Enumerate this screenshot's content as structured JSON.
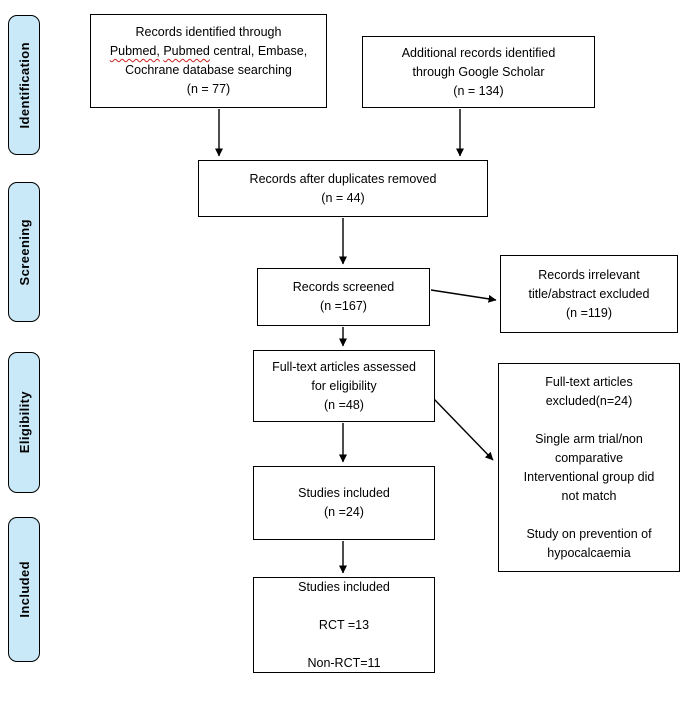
{
  "colors": {
    "stage_fill": "#c9e8f8",
    "box_border": "#000000",
    "arrow": "#000000",
    "misspell_underline": "#cc2222",
    "box_fill": "#ffffff"
  },
  "sidebar": {
    "stages": [
      {
        "label": "Identification"
      },
      {
        "label": "Screening"
      },
      {
        "label": "Eligibility"
      },
      {
        "label": "Included"
      }
    ]
  },
  "boxes": {
    "identified": {
      "line1": "Records identified through",
      "misspelled_word1": "Pubmed,",
      "misspelled_word2": "Pubmed",
      "line2_rest": "central, Embase,",
      "line3": "Cochrane database searching",
      "count": "(n = 77)"
    },
    "additional": {
      "lines": [
        "Additional records identified",
        "through Google Scholar",
        "(n = 134)"
      ]
    },
    "duplicates": {
      "lines": [
        "Records after duplicates removed",
        "(n = 44)"
      ]
    },
    "screened": {
      "lines": [
        "Records screened",
        "(n =167)"
      ]
    },
    "irrelevant": {
      "lines": [
        "Records irrelevant",
        "title/abstract excluded",
        "(n =119)"
      ]
    },
    "fulltext_assessed": {
      "lines": [
        "Full-text articles assessed",
        "for eligibility",
        "(n =48)"
      ]
    },
    "fulltext_excluded": {
      "lines": [
        "Full-text articles",
        "excluded(n=24)",
        "",
        "Single arm trial/non",
        "comparative",
        "Interventional group did",
        "not match",
        "",
        "Study on prevention of",
        "hypocalcaemia"
      ]
    },
    "studies_included": {
      "lines": [
        "Studies included",
        "(n =24)"
      ]
    },
    "studies_final": {
      "lines": [
        "Studies included",
        "",
        "RCT =13",
        "",
        "Non-RCT=11"
      ]
    }
  }
}
